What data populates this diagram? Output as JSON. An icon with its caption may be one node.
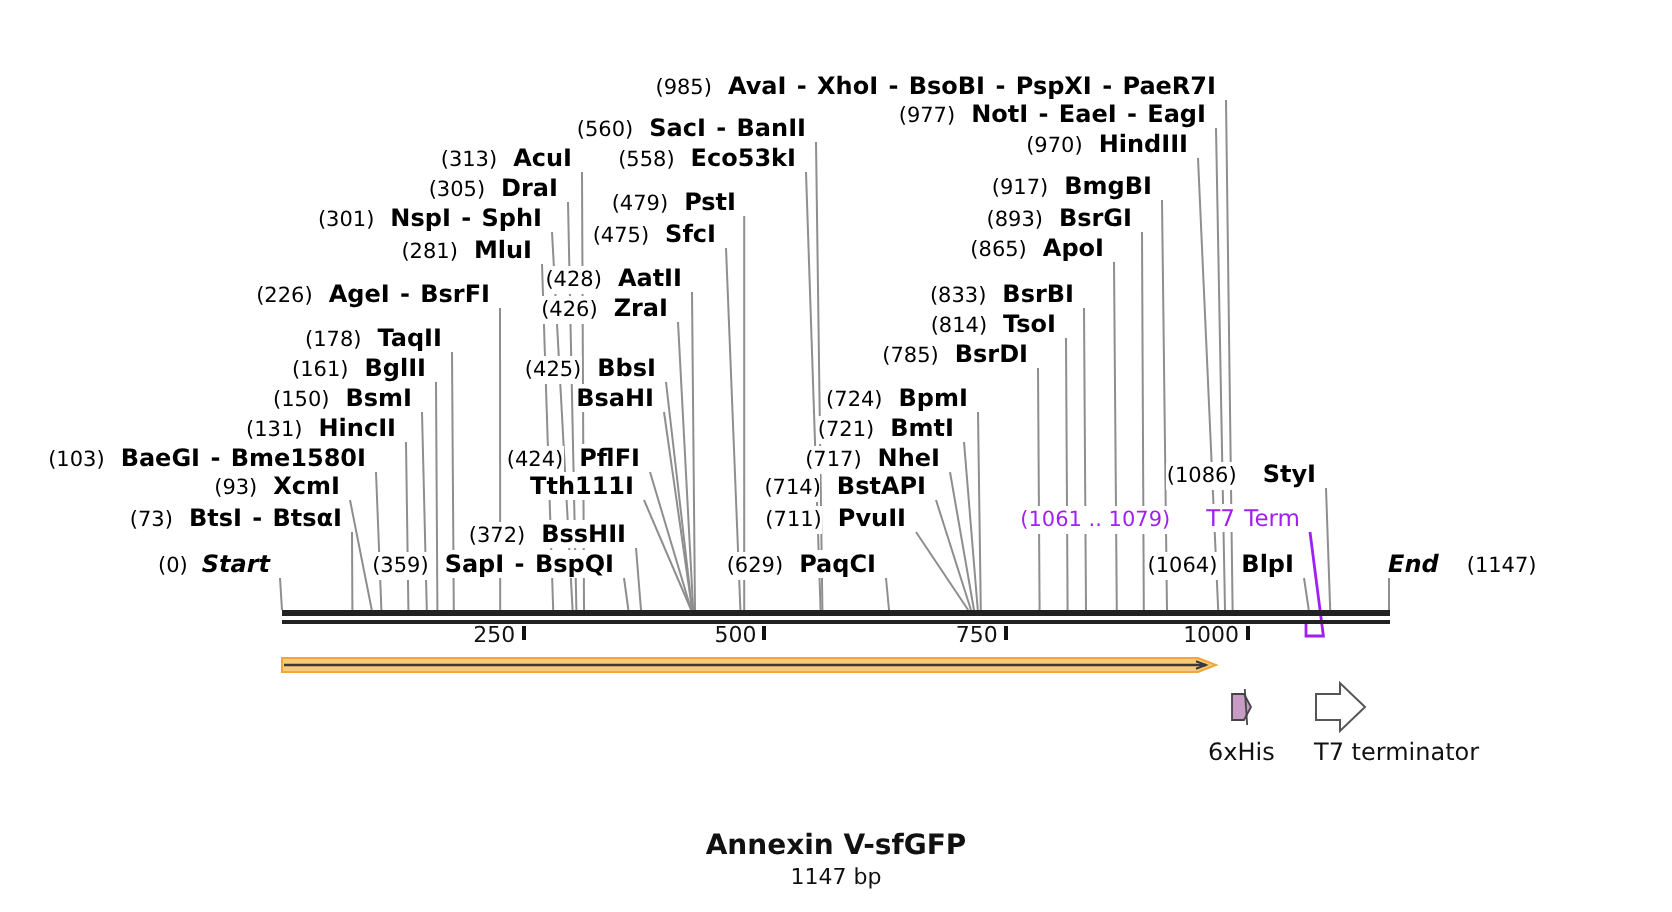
{
  "diagram": {
    "title": "Annexin V-sfGFP",
    "caption": "1147 bp",
    "nodes": [
      {
        "text": [
          "(985)",
          "AvaI - XhoI - BsoBI - PspXI - PaeR7I"
        ]
      },
      {
        "text": [
          "(977)",
          "NotI - EaeI - EagI"
        ]
      },
      {
        "text": [
          "(560)",
          "SacI - BanII"
        ]
      },
      {
        "text": [
          "(970)",
          "HindIII"
        ]
      },
      {
        "text": [
          "(313)",
          "AcuI"
        ]
      },
      {
        "text": [
          "(558)",
          "Eco53kI"
        ]
      },
      {
        "text": [
          "(305)",
          "DraI"
        ]
      },
      {
        "text": [
          "(917)",
          "BmgBI"
        ]
      },
      {
        "text": [
          "(479)",
          "PstI"
        ]
      },
      {
        "text": [
          "(301)",
          "NspI - SphI"
        ]
      },
      {
        "text": [
          "(893)",
          "BsrGI"
        ]
      },
      {
        "text": [
          "(475)",
          "SfcI"
        ]
      },
      {
        "text": [
          "(281)",
          "MluI"
        ]
      },
      {
        "text": [
          "(865)",
          "ApoI"
        ]
      },
      {
        "text": [
          "(428)",
          "AatII"
        ]
      },
      {
        "text": [
          "(226)",
          "AgeI - BsrFI"
        ]
      },
      {
        "text": [
          "(833)",
          "BsrBI"
        ]
      },
      {
        "text": [
          "(426)",
          "ZraI"
        ]
      },
      {
        "text": [
          "(814)",
          "TsoI"
        ]
      },
      {
        "text": [
          "(178)",
          "TaqII"
        ]
      },
      {
        "text": [
          "(785)",
          "BsrDI"
        ]
      },
      {
        "text": [
          "(161)",
          "BglII"
        ]
      },
      {
        "text": [
          "(425)",
          "BbsI"
        ]
      },
      {
        "text": [
          "(150)",
          "BsmI"
        ]
      },
      {
        "text": [
          "BsaHI"
        ]
      },
      {
        "text": [
          "(724)",
          "BpmI"
        ]
      },
      {
        "text": [
          "(131)",
          "HincII"
        ]
      },
      {
        "text": [
          "(721)",
          "BmtI"
        ]
      },
      {
        "text": [
          "(103)",
          "BaeGI - Bme1580I"
        ]
      },
      {
        "text": [
          "(424)",
          "PflFI"
        ]
      },
      {
        "text": [
          "(717)",
          "NheI"
        ]
      },
      {
        "text": [
          "(1086)",
          "StyI"
        ]
      },
      {
        "text": [
          "(93)",
          "XcmI"
        ]
      },
      {
        "text": [
          "Tth111I"
        ]
      },
      {
        "text": [
          "(714)",
          "BstAPI"
        ]
      },
      {
        "text": [
          "(73)",
          "BtsI - BtsαI"
        ]
      },
      {
        "text": [
          "(711)",
          "PvuII"
        ]
      },
      {
        "text": [
          "(1061 .. 1079)",
          "T7 Term"
        ]
      },
      {
        "text": [
          "(372)",
          "BssHII"
        ]
      },
      {
        "text": [
          "(0)",
          "Start"
        ]
      },
      {
        "text": [
          "(359)",
          "SapI - BspQI"
        ]
      },
      {
        "text": [
          "(629)",
          "PaqCI"
        ]
      },
      {
        "text": [
          "(1064)",
          "BlpI"
        ]
      },
      {
        "text": [
          "End",
          "(1147)"
        ]
      },
      {
        "text": [],
        "shape": "bar"
      },
      {
        "text": [],
        "shape": "arrow"
      },
      {
        "text": [
          "6xHis"
        ]
      },
      {
        "text": [
          "T7 terminator"
        ]
      }
    ],
    "edges": [
      {
        "from": 0,
        "to": 44,
        "arrow": "none"
      },
      {
        "from": 1,
        "to": 44,
        "arrow": "none"
      },
      {
        "from": 2,
        "to": 44,
        "arrow": "none"
      },
      {
        "from": 3,
        "to": 44,
        "arrow": "none"
      },
      {
        "from": 4,
        "to": 44,
        "arrow": "none"
      },
      {
        "from": 5,
        "to": 44,
        "arrow": "none"
      },
      {
        "from": 6,
        "to": 44,
        "arrow": "none"
      },
      {
        "from": 7,
        "to": 44,
        "arrow": "none"
      },
      {
        "from": 8,
        "to": 44,
        "arrow": "none"
      },
      {
        "from": 9,
        "to": 44,
        "arrow": "none"
      },
      {
        "from": 10,
        "to": 44,
        "arrow": "none"
      },
      {
        "from": 11,
        "to": 44,
        "arrow": "none"
      },
      {
        "from": 12,
        "to": 44,
        "arrow": "none"
      },
      {
        "from": 13,
        "to": 44,
        "arrow": "none"
      },
      {
        "from": 14,
        "to": 44,
        "arrow": "none"
      },
      {
        "from": 15,
        "to": 44,
        "arrow": "none"
      },
      {
        "from": 16,
        "to": 44,
        "arrow": "none"
      },
      {
        "from": 17,
        "to": 44,
        "arrow": "none"
      },
      {
        "from": 18,
        "to": 44,
        "arrow": "none"
      },
      {
        "from": 19,
        "to": 44,
        "arrow": "none"
      },
      {
        "from": 20,
        "to": 44,
        "arrow": "none"
      },
      {
        "from": 21,
        "to": 44,
        "arrow": "none"
      },
      {
        "from": 22,
        "to": 44,
        "arrow": "none"
      },
      {
        "from": 23,
        "to": 44,
        "arrow": "none"
      },
      {
        "from": 24,
        "to": 44,
        "arrow": "none"
      },
      {
        "from": 25,
        "to": 44,
        "arrow": "none"
      },
      {
        "from": 26,
        "to": 44,
        "arrow": "none"
      },
      {
        "from": 27,
        "to": 44,
        "arrow": "none"
      },
      {
        "from": 28,
        "to": 44,
        "arrow": "none"
      },
      {
        "from": 29,
        "to": 44,
        "arrow": "none"
      },
      {
        "from": 30,
        "to": 44,
        "arrow": "none"
      },
      {
        "from": 31,
        "to": 44,
        "arrow": "none"
      },
      {
        "from": 32,
        "to": 44,
        "arrow": "none"
      },
      {
        "from": 33,
        "to": 44,
        "arrow": "none"
      },
      {
        "from": 34,
        "to": 44,
        "arrow": "none"
      },
      {
        "from": 35,
        "to": 44,
        "arrow": "none"
      },
      {
        "from": 36,
        "to": 44,
        "arrow": "none"
      },
      {
        "from": 37,
        "to": 44,
        "arrow": "none",
        "color": "#a020f0"
      },
      {
        "from": 38,
        "to": 44,
        "arrow": "none"
      },
      {
        "from": 39,
        "to": 44,
        "arrow": "none"
      },
      {
        "from": 40,
        "to": 44,
        "arrow": "none"
      },
      {
        "from": 41,
        "to": 44,
        "arrow": "none"
      },
      {
        "from": 42,
        "to": 44,
        "arrow": "none"
      },
      {
        "from": 43,
        "to": 44,
        "arrow": "none"
      }
    ],
    "labels": [
      "250",
      "500",
      "750",
      "1000"
    ]
  }
}
